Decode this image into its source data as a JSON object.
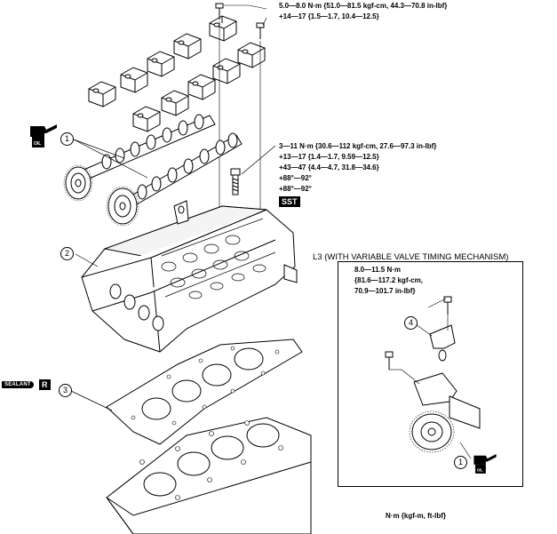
{
  "torque_specs": {
    "cam_cap_bolt": [
      "5.0—8.0 N·m {51.0—81.5 kgf-cm, 44.3—70.8 in-lbf}",
      "+14—17 {1.5—1.7, 10.4—12.5}"
    ],
    "head_bolt": [
      "3—11 N·m {30.6—112 kgf-cm, 27.6—97.3 in-lbf}",
      "+13—17 {1.4—1.7, 9.59—12.5}",
      "+43—47 {4.4—4.7, 31.8—34.6}",
      "+88°—92°",
      "+88°—92°"
    ],
    "vvt_bolt": [
      "8.0—11.5 N·m",
      "{81.6—117.2 kgf-cm,",
      "70.9—101.7 in-lbf}"
    ]
  },
  "badges": {
    "sst": "SST",
    "sealant": "SEALANT",
    "r": "R",
    "oil": "OIL"
  },
  "callouts": {
    "camshafts": "1",
    "cylinder_head": "2",
    "head_gasket": "3",
    "ocv": "4",
    "inset_camshaft": "1"
  },
  "inset": {
    "title": "L3 (WITH VARIABLE VALVE TIMING MECHANISM)"
  },
  "units_legend": "N·m {kgf-m, ft-lbf}",
  "colors": {
    "ink": "#000000",
    "paper": "#ffffff"
  },
  "icons": [
    "oil-can-icon",
    "sealant-tube-icon"
  ]
}
